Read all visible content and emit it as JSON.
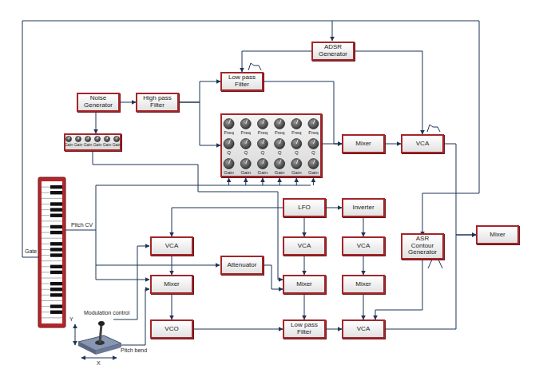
{
  "diagram": {
    "nodes": [
      {
        "text": [
          "ADSR Generator"
        ]
      },
      {
        "text": [
          "Low pass Filter"
        ]
      },
      {
        "text": [
          "Noise Generator"
        ]
      },
      {
        "text": [
          "High pass Filter"
        ]
      },
      {
        "text": [
          "Gain",
          "Gain",
          "Gain",
          "Gain",
          "Gain",
          "Gain"
        ]
      },
      {
        "text": [
          "Freq",
          "Freq",
          "Freq",
          "Freq",
          "Freq",
          "Freq",
          "Q",
          "Q",
          "Q",
          "Q",
          "Q",
          "Q",
          "Gain",
          "Gain",
          "Gain",
          "Gain",
          "Gain",
          "Gain"
        ]
      },
      {
        "text": [
          "Mixer"
        ]
      },
      {
        "text": [
          "VCA"
        ]
      },
      {
        "text": [
          "LFO"
        ]
      },
      {
        "text": [
          "Inverter"
        ]
      },
      {
        "text": [
          "VCA"
        ]
      },
      {
        "text": [
          "VCA"
        ]
      },
      {
        "text": [
          "VCA"
        ]
      },
      {
        "text": [
          "ASR Contour Generator"
        ]
      },
      {
        "text": [
          "Mixer"
        ]
      },
      {
        "text": [
          "Attenuator"
        ]
      },
      {
        "text": [
          "Mixer"
        ]
      },
      {
        "text": [
          "Mixer"
        ]
      },
      {
        "text": [
          "Mixer"
        ]
      },
      {
        "text": [
          "VCO"
        ]
      },
      {
        "text": [
          "Low pass Filter"
        ]
      },
      {
        "text": [
          "VCA"
        ]
      }
    ],
    "edges": [
      {
        "from": 2,
        "to": 3,
        "arrow": "to"
      },
      {
        "from": 2,
        "to": 4,
        "arrow": "to"
      },
      {
        "from": 3,
        "to": 1,
        "arrow": "to"
      },
      {
        "from": 3,
        "to": 5,
        "arrow": "to"
      },
      {
        "from": 0,
        "to": 1,
        "arrow": "to"
      },
      {
        "from": 0,
        "to": 7,
        "arrow": "to"
      },
      {
        "from": 1,
        "to": 6,
        "arrow": "to"
      },
      {
        "from": 5,
        "to": 6,
        "arrow": "to"
      },
      {
        "from": 6,
        "to": 7,
        "arrow": "to"
      },
      {
        "from": 7,
        "to": 14,
        "arrow": "to"
      },
      {
        "from": 21,
        "to": 14,
        "arrow": "to"
      },
      {
        "from": 13,
        "to": 21,
        "arrow": "to"
      },
      {
        "from": 8,
        "to": 10,
        "arrow": "to"
      },
      {
        "from": 8,
        "to": 11,
        "arrow": "to"
      },
      {
        "from": 8,
        "to": 9,
        "arrow": "to"
      },
      {
        "from": 9,
        "to": 12,
        "arrow": "to"
      },
      {
        "from": 10,
        "to": 16,
        "arrow": "to"
      },
      {
        "from": 11,
        "to": 17,
        "arrow": "to"
      },
      {
        "from": 12,
        "to": 18,
        "arrow": "to"
      },
      {
        "from": 15,
        "to": 17,
        "arrow": "to"
      },
      {
        "from": 16,
        "to": 19,
        "arrow": "to"
      },
      {
        "from": 17,
        "to": 20,
        "arrow": "to"
      },
      {
        "from": 18,
        "to": 21,
        "arrow": "to"
      },
      {
        "from": 19,
        "to": 20,
        "arrow": "to"
      },
      {
        "from": 20,
        "to": 21,
        "arrow": "to"
      },
      {
        "from": 4,
        "to": 17,
        "arrow": "to"
      }
    ],
    "labels": [
      "Pitch CV",
      "Gate",
      "Modulation control",
      "Pitch bend",
      "X",
      "Y"
    ]
  }
}
